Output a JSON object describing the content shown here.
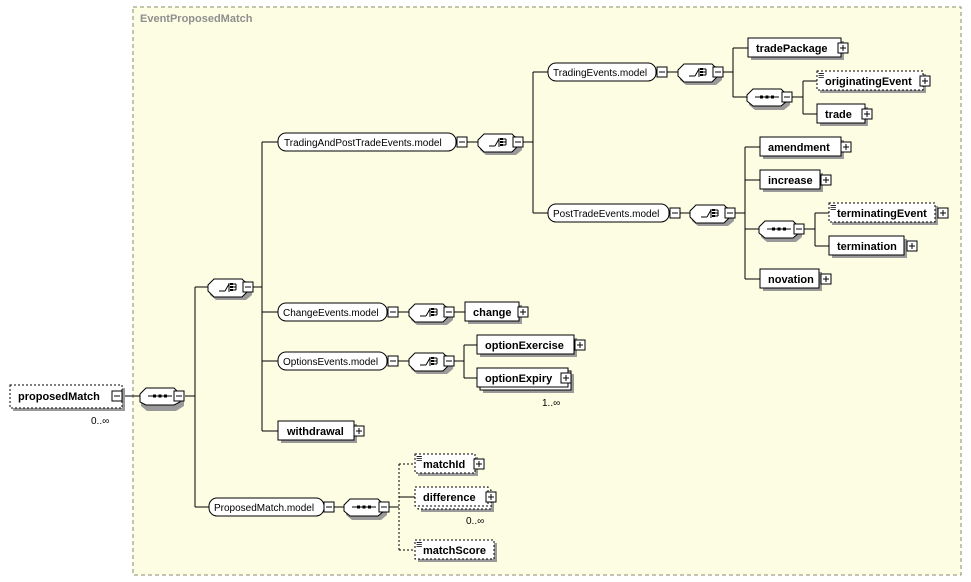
{
  "container": {
    "title": "EventProposedMatch"
  },
  "root": {
    "name": "proposedMatch",
    "occurs": "0..∞"
  },
  "groups": {
    "trading_and_post": "TradingAndPostTradeEvents.model",
    "trading": "TradingEvents.model",
    "post_trade": "PostTradeEvents.model",
    "change_events": "ChangeEvents.model",
    "options_events": "OptionsEvents.model",
    "proposed_match": "ProposedMatch.model"
  },
  "elements": {
    "trade_package": "tradePackage",
    "originating_event": "originatingEvent",
    "trade": "trade",
    "amendment": "amendment",
    "increase": "increase",
    "terminating_event": "terminatingEvent",
    "termination": "termination",
    "novation": "novation",
    "change": "change",
    "option_exercise": "optionExercise",
    "option_expiry": "optionExpiry",
    "withdrawal": "withdrawal",
    "match_id": "matchId",
    "difference": "difference",
    "match_score": "matchScore"
  },
  "occurrences": {
    "option_expiry": "1..∞",
    "difference": "0..∞"
  },
  "colors": {
    "container_fill": "#fdfde4",
    "container_border": "#8a8a6a",
    "container_title": "#8f8f8f",
    "shadow": "#9a9a9a"
  }
}
